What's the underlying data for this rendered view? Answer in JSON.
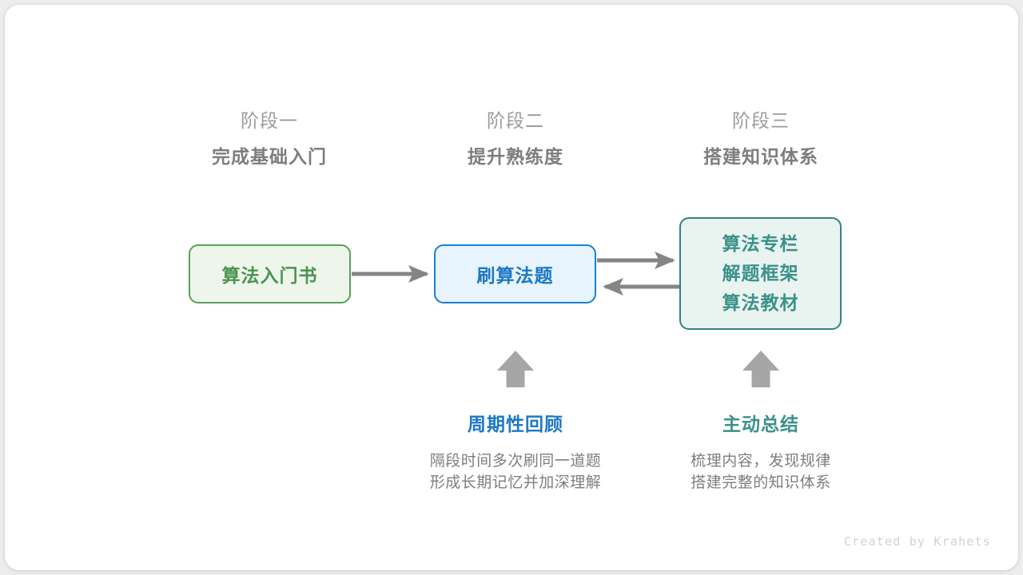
{
  "canvas": {
    "background": "#ededed",
    "card_background": "#ffffff"
  },
  "palette": {
    "green": "#4a9350",
    "green_border": "#59a05a",
    "green_fill": "#eef6ec",
    "blue": "#1c78c4",
    "blue_border": "#1a7fd4",
    "blue_fill": "#e7f3fd",
    "teal": "#3a9189",
    "teal_border": "#2f857d",
    "teal_fill": "#e9f4f1",
    "arrow_gray": "#858585",
    "text_gray": "#7d7d7d",
    "label_gray": "#9b9b9b"
  },
  "stages": [
    {
      "label": "阶段一",
      "title": "完成基础入门"
    },
    {
      "label": "阶段二",
      "title": "提升熟练度"
    },
    {
      "label": "阶段三",
      "title": "搭建知识体系"
    }
  ],
  "nodes": {
    "book": {
      "text": "算法入门书"
    },
    "practice": {
      "text": "刷算法题"
    },
    "resources": {
      "lines": [
        "算法专栏",
        "解题框架",
        "算法教材"
      ]
    }
  },
  "arrows": [
    {
      "name": "book-to-practice",
      "direction": "right"
    },
    {
      "name": "practice-to-resources",
      "direction": "right"
    },
    {
      "name": "resources-to-practice",
      "direction": "left"
    },
    {
      "name": "review-up",
      "direction": "up"
    },
    {
      "name": "summary-up",
      "direction": "up"
    }
  ],
  "notes": [
    {
      "title": "周期性回顾",
      "body_lines": [
        "隔段时间多次刷同一道题",
        "形成长期记忆并加深理解"
      ],
      "color": "#1c78c4"
    },
    {
      "title": "主动总结",
      "body_lines": [
        "梳理内容，发现规律",
        "搭建完整的知识体系"
      ],
      "color": "#3a9189"
    }
  ],
  "watermark": {
    "text": "Created by Krahets"
  }
}
